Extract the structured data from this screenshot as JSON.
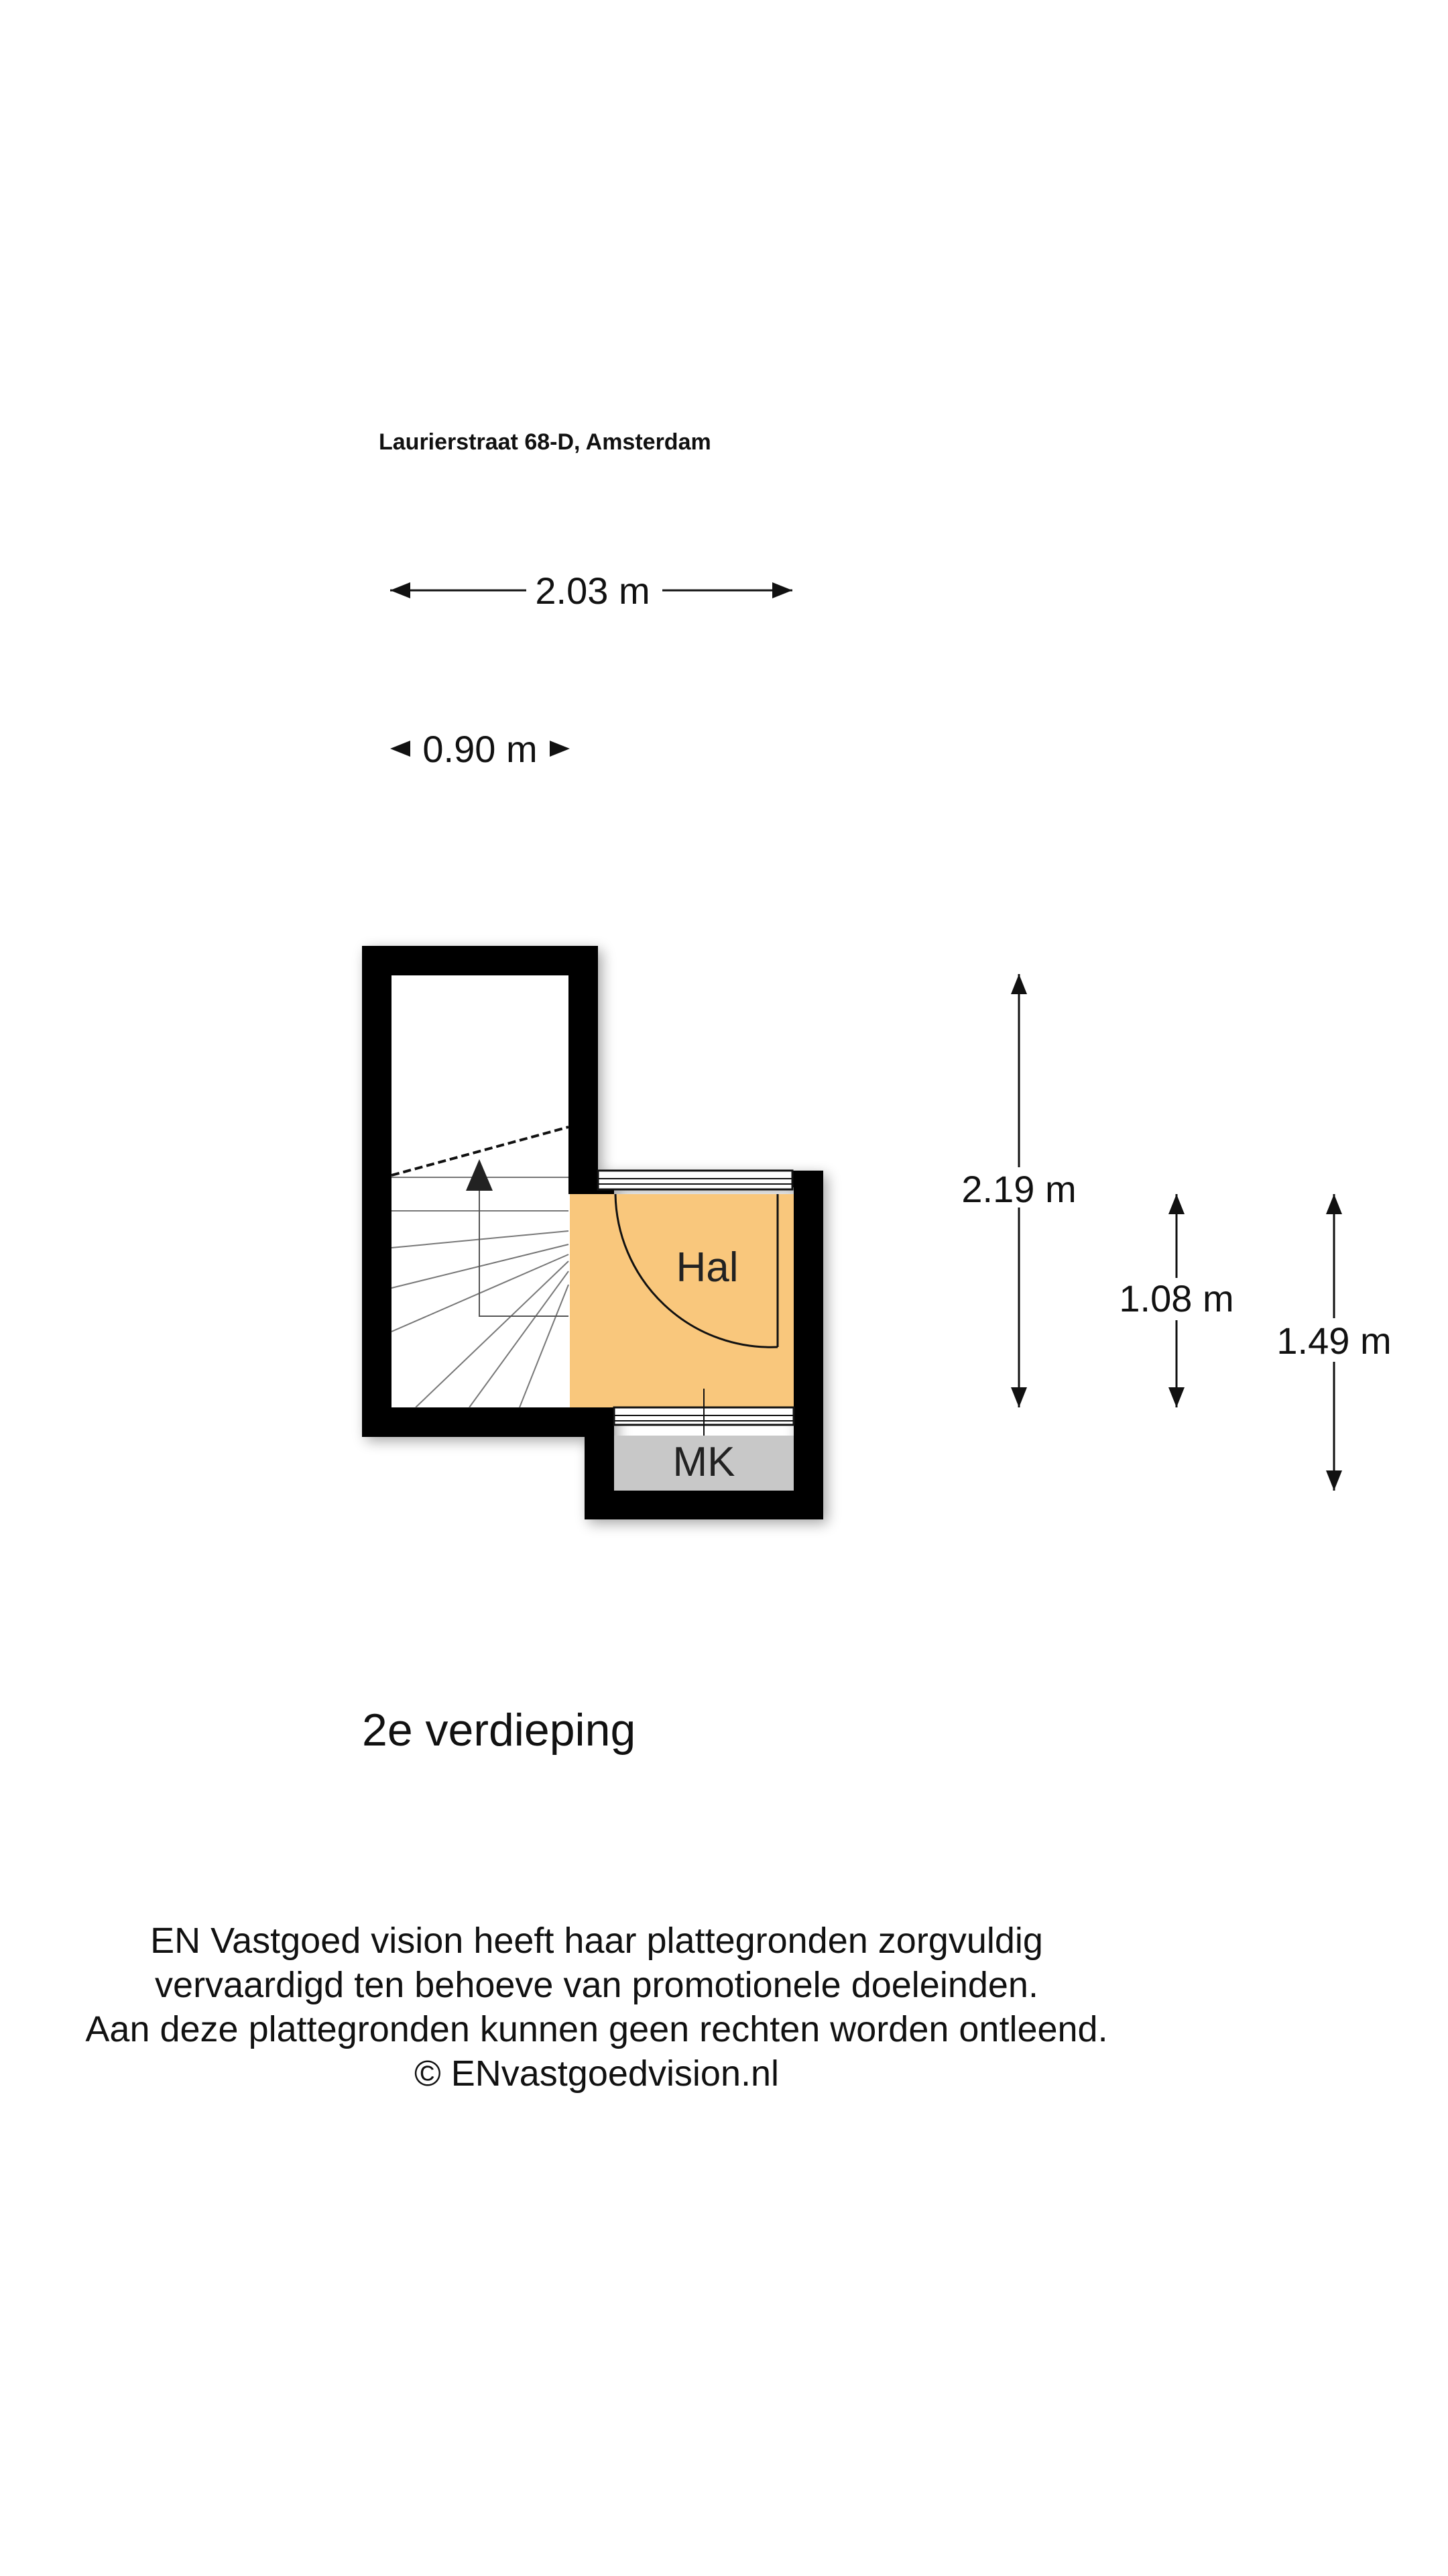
{
  "header": {
    "address": "Laurierstraat 68-D, Amsterdam"
  },
  "dimensions": {
    "width_total": "2.03 m",
    "width_stair": "0.90 m",
    "height_total": "2.19 m",
    "height_hal": "1.08 m",
    "height_with_mk": "1.49 m"
  },
  "rooms": {
    "hal": "Hal",
    "mk": "MK"
  },
  "floor": {
    "label": "2e verdieping"
  },
  "disclaimer": {
    "lines": [
      "EN Vastgoed vision heeft haar plattegronden zorgvuldig",
      "vervaardigd ten behoeve van promotionele doeleinden.",
      "Aan deze plattegronden kunnen geen rechten worden ontleend.",
      "© ENvastgoedvision.nl"
    ]
  },
  "colors": {
    "hal_fill": "#F9C77C",
    "mk_fill": "#C8C8C8",
    "wall": "#000000"
  }
}
